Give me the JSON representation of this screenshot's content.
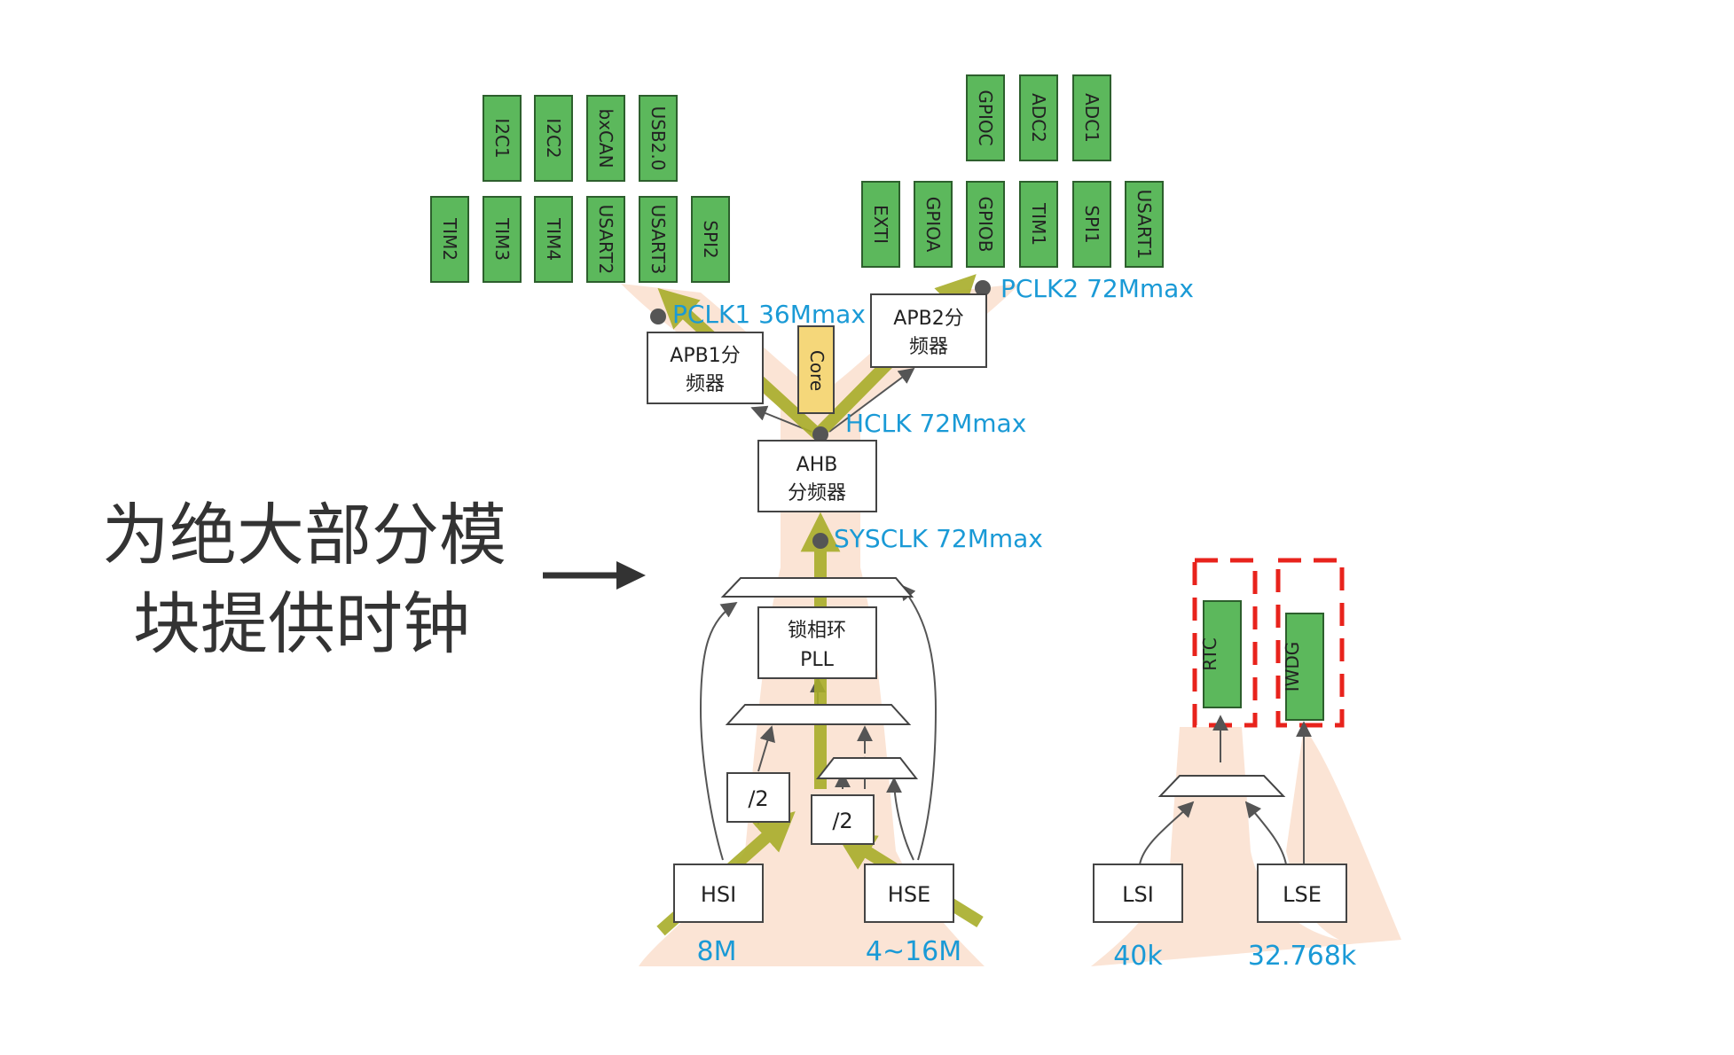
{
  "caption": {
    "line1": "为绝大部分模",
    "line2": "块提供时钟"
  },
  "sources": {
    "hsi": {
      "label": "HSI",
      "freq": "8M"
    },
    "hse": {
      "label": "HSE",
      "freq": "4~16M"
    },
    "lsi": {
      "label": "LSI",
      "freq": "40k"
    },
    "lse": {
      "label": "LSE",
      "freq": "32.768k"
    }
  },
  "blocks": {
    "div2_left": "/2",
    "div2_right": "/2",
    "pll_line1": "锁相环",
    "pll_line2": "PLL",
    "ahb_line1": "AHB",
    "ahb_line2": "分频器",
    "apb1_line1": "APB1分",
    "apb1_line2": "频器",
    "apb2_line1": "APB2分",
    "apb2_line2": "频器",
    "core": "Core"
  },
  "clocks": {
    "sysclk": "SYSCLK 72Mmax",
    "hclk": "HCLK 72Mmax",
    "pclk1": "PCLK1 36Mmax",
    "pclk2": "PCLK2 72Mmax"
  },
  "apb1_peripherals": {
    "top": [
      "I2C1",
      "I2C2",
      "bxCAN",
      "USB2.0"
    ],
    "bottom": [
      "TIM2",
      "TIM3",
      "TIM4",
      "USART2",
      "USART3",
      "SPI2"
    ]
  },
  "apb2_peripherals": {
    "top": [
      "GPIOC",
      "ADC2",
      "ADC1"
    ],
    "bottom": [
      "EXTI",
      "GPIOA",
      "GPIOB",
      "TIM1",
      "SPI1",
      "USART1"
    ]
  },
  "low_speed_peripherals": {
    "rtc": "RTC",
    "iwdg": "IWDG"
  },
  "colors": {
    "peripheral_fill": "#5cb85c",
    "core_fill": "#f5d77a",
    "clock_text": "#1a9ad6",
    "highlight_arrow": "#a8ad2a",
    "background_glow": "#fbe3d3",
    "dashed_box": "#e8231c"
  }
}
